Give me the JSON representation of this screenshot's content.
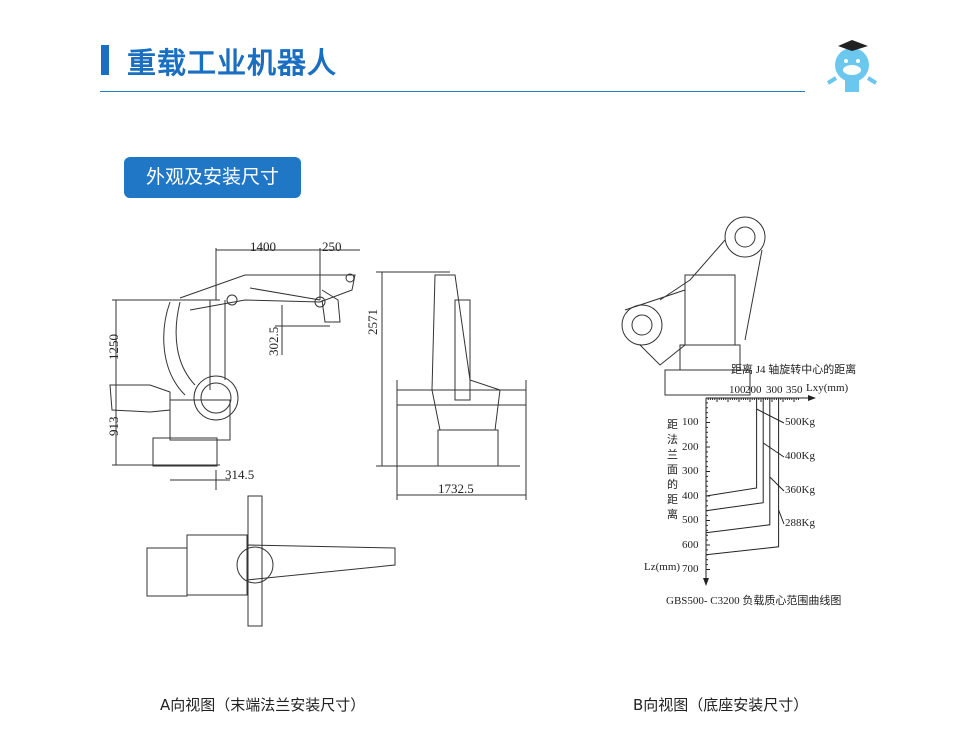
{
  "header": {
    "title": "重载工业机器人",
    "mascot": "mascot-graduate-icon"
  },
  "section": {
    "label": "外观及安装尺寸"
  },
  "drawing_side": {
    "dims": {
      "reach": "1400",
      "offset": "250",
      "height_upper": "1250",
      "height_lower": "913",
      "flange_drop": "302.5",
      "base_offset": "314.5"
    }
  },
  "drawing_front": {
    "dims": {
      "height": "2571",
      "width": "1732.5"
    }
  },
  "load_chart": {
    "x_title": "距离 J4 轴旋转中心的距离",
    "x_axis_label": "Lxy(mm)",
    "x_ticks": [
      "100",
      "200",
      "300",
      "350"
    ],
    "y_title": [
      "距",
      "法",
      "兰",
      "面",
      "的",
      "距",
      "离"
    ],
    "y_axis_label": "Lz(mm)",
    "y_ticks": [
      "100",
      "200",
      "300",
      "400",
      "500",
      "600",
      "700"
    ],
    "curves": [
      {
        "label": "500Kg",
        "lxy": 230,
        "lz": 400
      },
      {
        "label": "400Kg",
        "lxy": 260,
        "lz": 460
      },
      {
        "label": "360Kg",
        "lxy": 290,
        "lz": 550
      },
      {
        "label": "288Kg",
        "lxy": 330,
        "lz": 640
      }
    ],
    "caption": "GBS500- C3200  负载质心范围曲线图"
  },
  "captions": {
    "a_view": "A向视图（末端法兰安装尺寸）",
    "b_view": "B向视图（底座安装尺寸）"
  }
}
